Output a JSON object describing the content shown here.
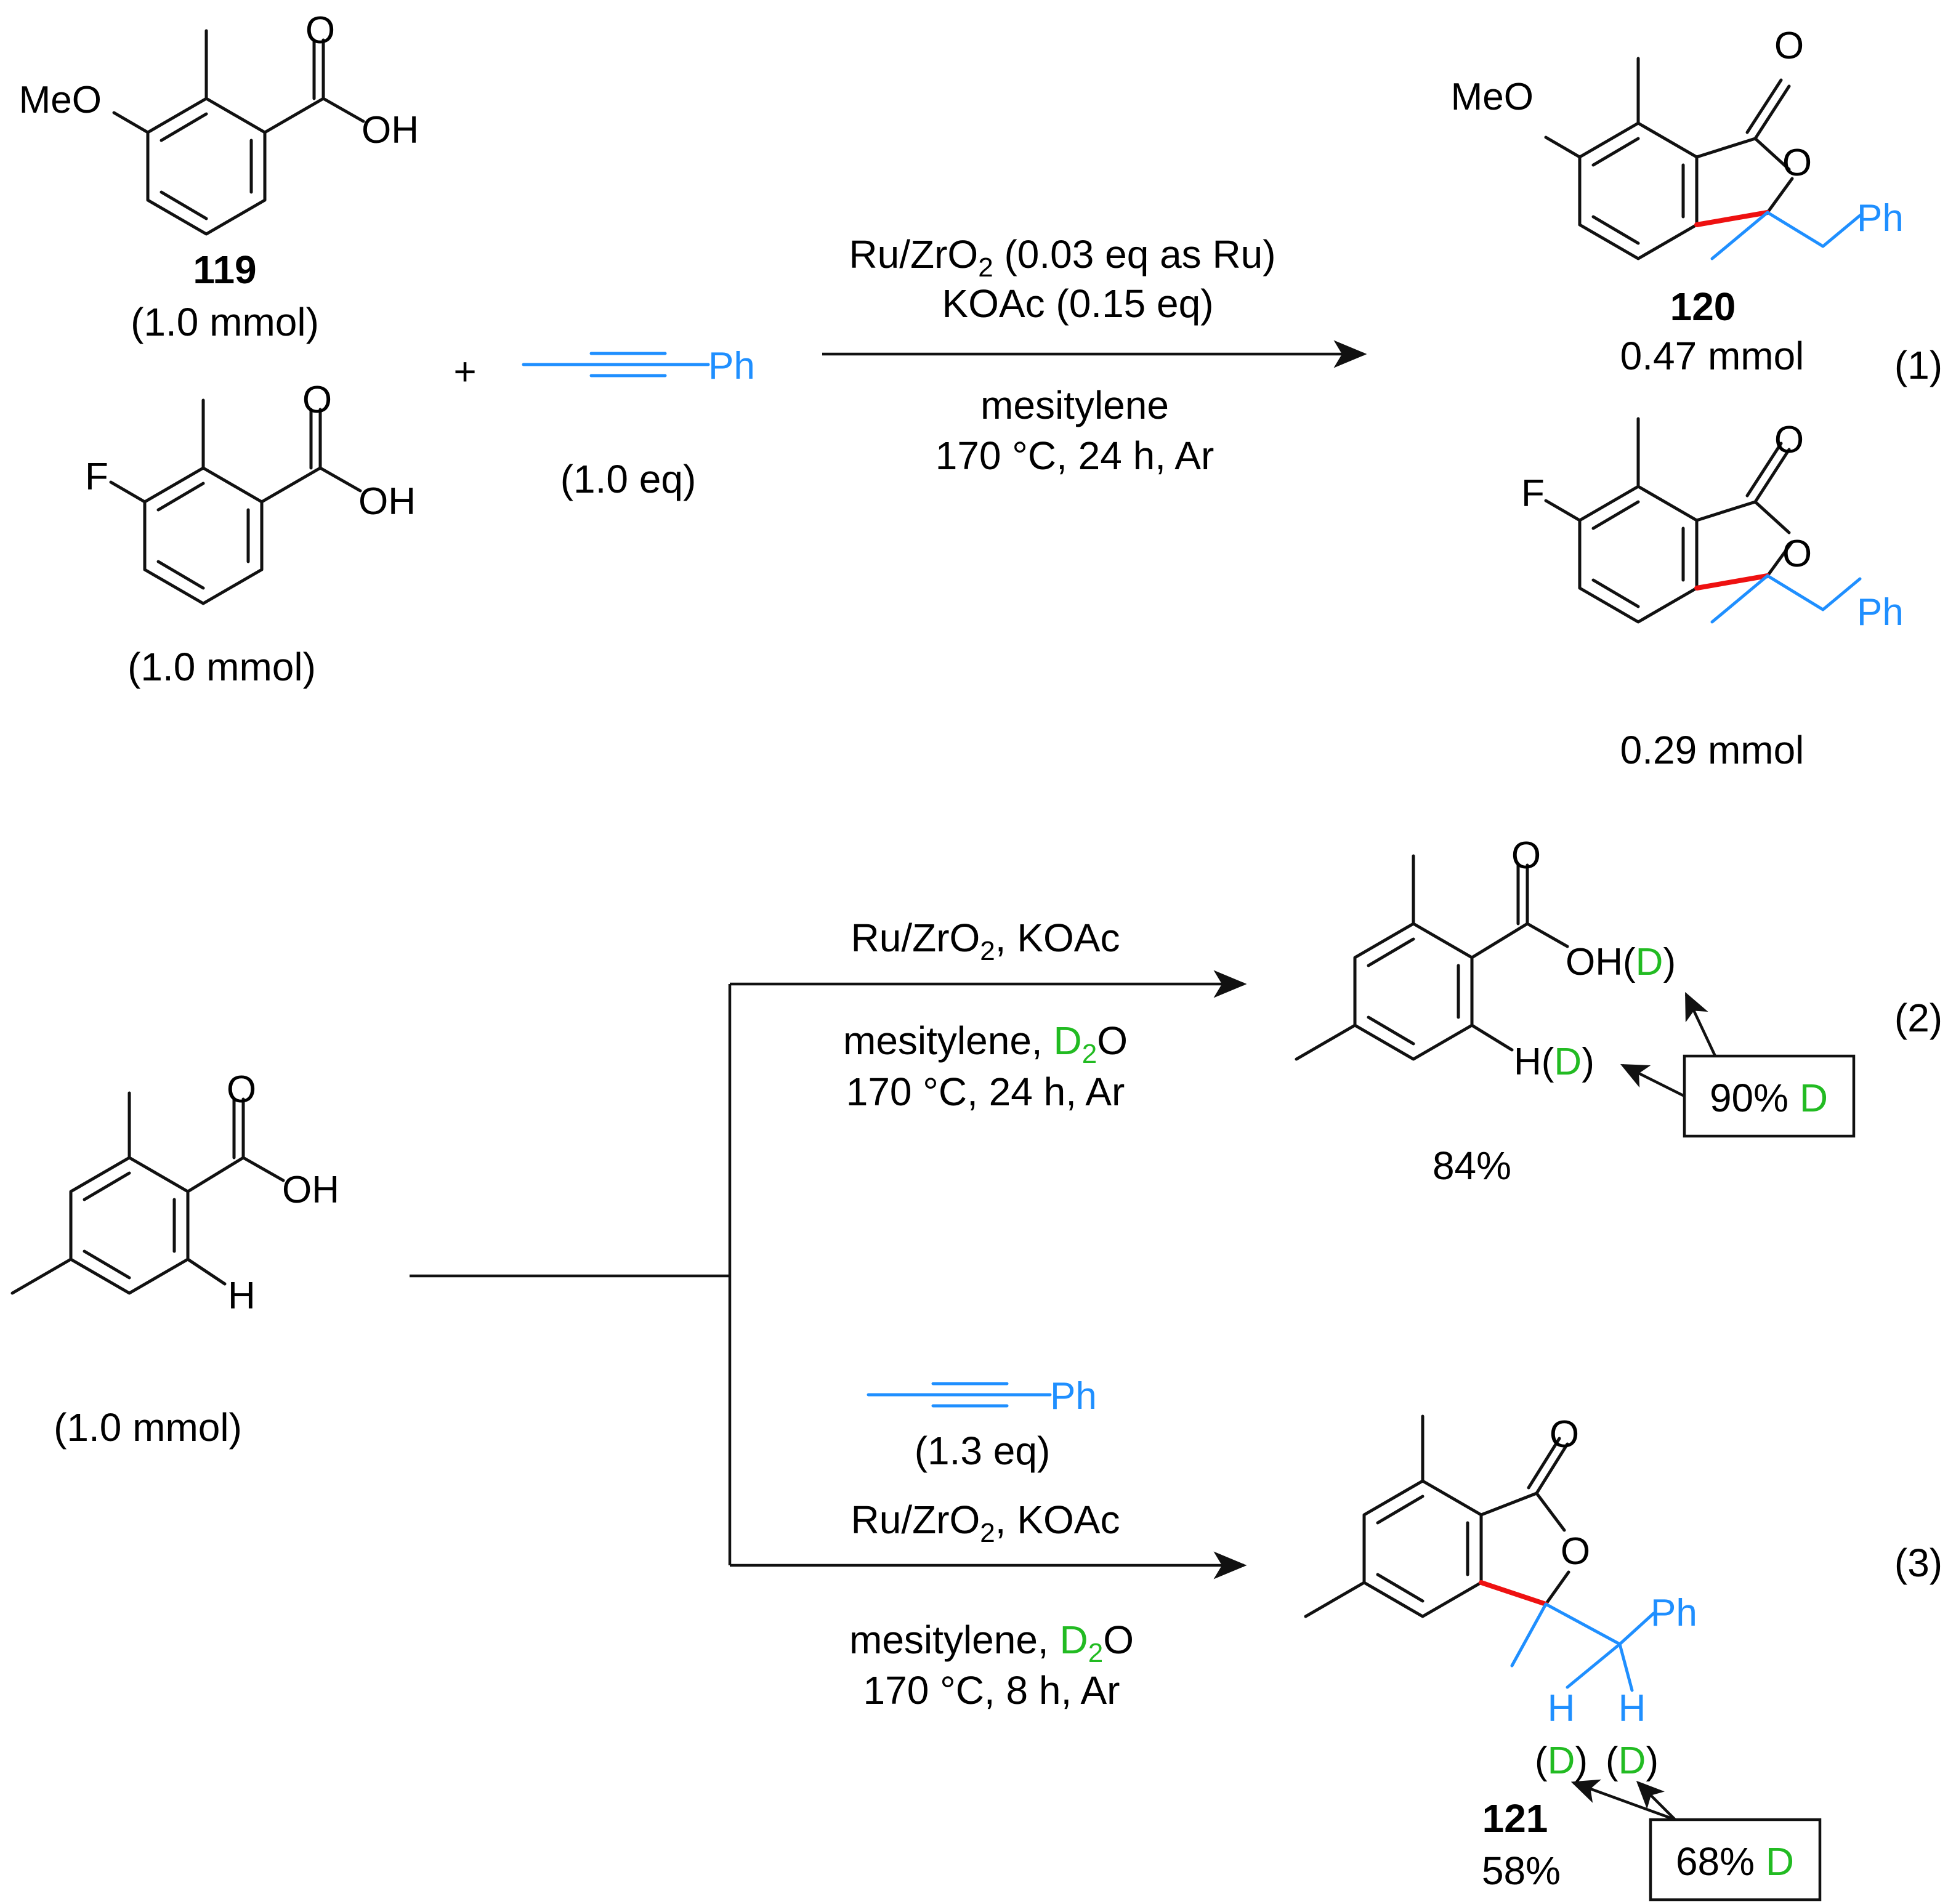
{
  "colors": {
    "bond": "#111111",
    "alkyne": "#1f8fff",
    "new_bond": "#ee1111",
    "deuterium": "#22bb22"
  },
  "atoms": {
    "meo": "MeO",
    "f": "F",
    "o": "O",
    "oh": "OH",
    "h": "H",
    "ph": "Ph",
    "plus": "+"
  },
  "reaction1": {
    "number": "(1)",
    "reactant1": {
      "label": "119",
      "amount": "(1.0 mmol)"
    },
    "reactant2": {
      "amount": "(1.0 mmol)"
    },
    "alkyne_eq": "(1.0 eq)",
    "conditions": {
      "catalyst_pre": "Ru/ZrO",
      "sub2": "2",
      "catalyst_post": " (0.03 eq as Ru)",
      "base": "KOAc (0.15 eq)",
      "solvent": "mesitylene",
      "temp": "170 °C, 24 h, Ar"
    },
    "product1": {
      "label": "120",
      "amount": "0.47 mmol"
    },
    "product2": {
      "amount": "0.29 mmol"
    }
  },
  "reaction2": {
    "number": "(2)",
    "conditions": {
      "catalyst_pre": "Ru/ZrO",
      "sub2": "2",
      "catalyst_post": ", KOAc",
      "solvent_pre": "mesitylene, ",
      "d2o_d": "D",
      "d2o_o": "O",
      "temp": "170 °C, 24 h, Ar"
    },
    "product": {
      "oh_part": "OH(",
      "h_part": "H(",
      "d": "D",
      "close": ")",
      "yield": "84%",
      "label_pct": "90% ",
      "label_d": "D"
    }
  },
  "start_material": {
    "amount": "(1.0 mmol)"
  },
  "reaction3": {
    "number": "(3)",
    "alkyne_eq": "(1.3 eq)",
    "conditions": {
      "catalyst_pre": "Ru/ZrO",
      "sub2": "2",
      "catalyst_post": ", KOAc",
      "solvent_pre": "mesitylene, ",
      "d2o_d": "D",
      "d2o_o": "O",
      "temp": "170 °C, 8 h, Ar"
    },
    "product": {
      "label": "121",
      "yield": "58%",
      "h": "H",
      "open": "(",
      "d": "D",
      "close": ")",
      "label_pct": "68% ",
      "label_d": "D"
    }
  }
}
